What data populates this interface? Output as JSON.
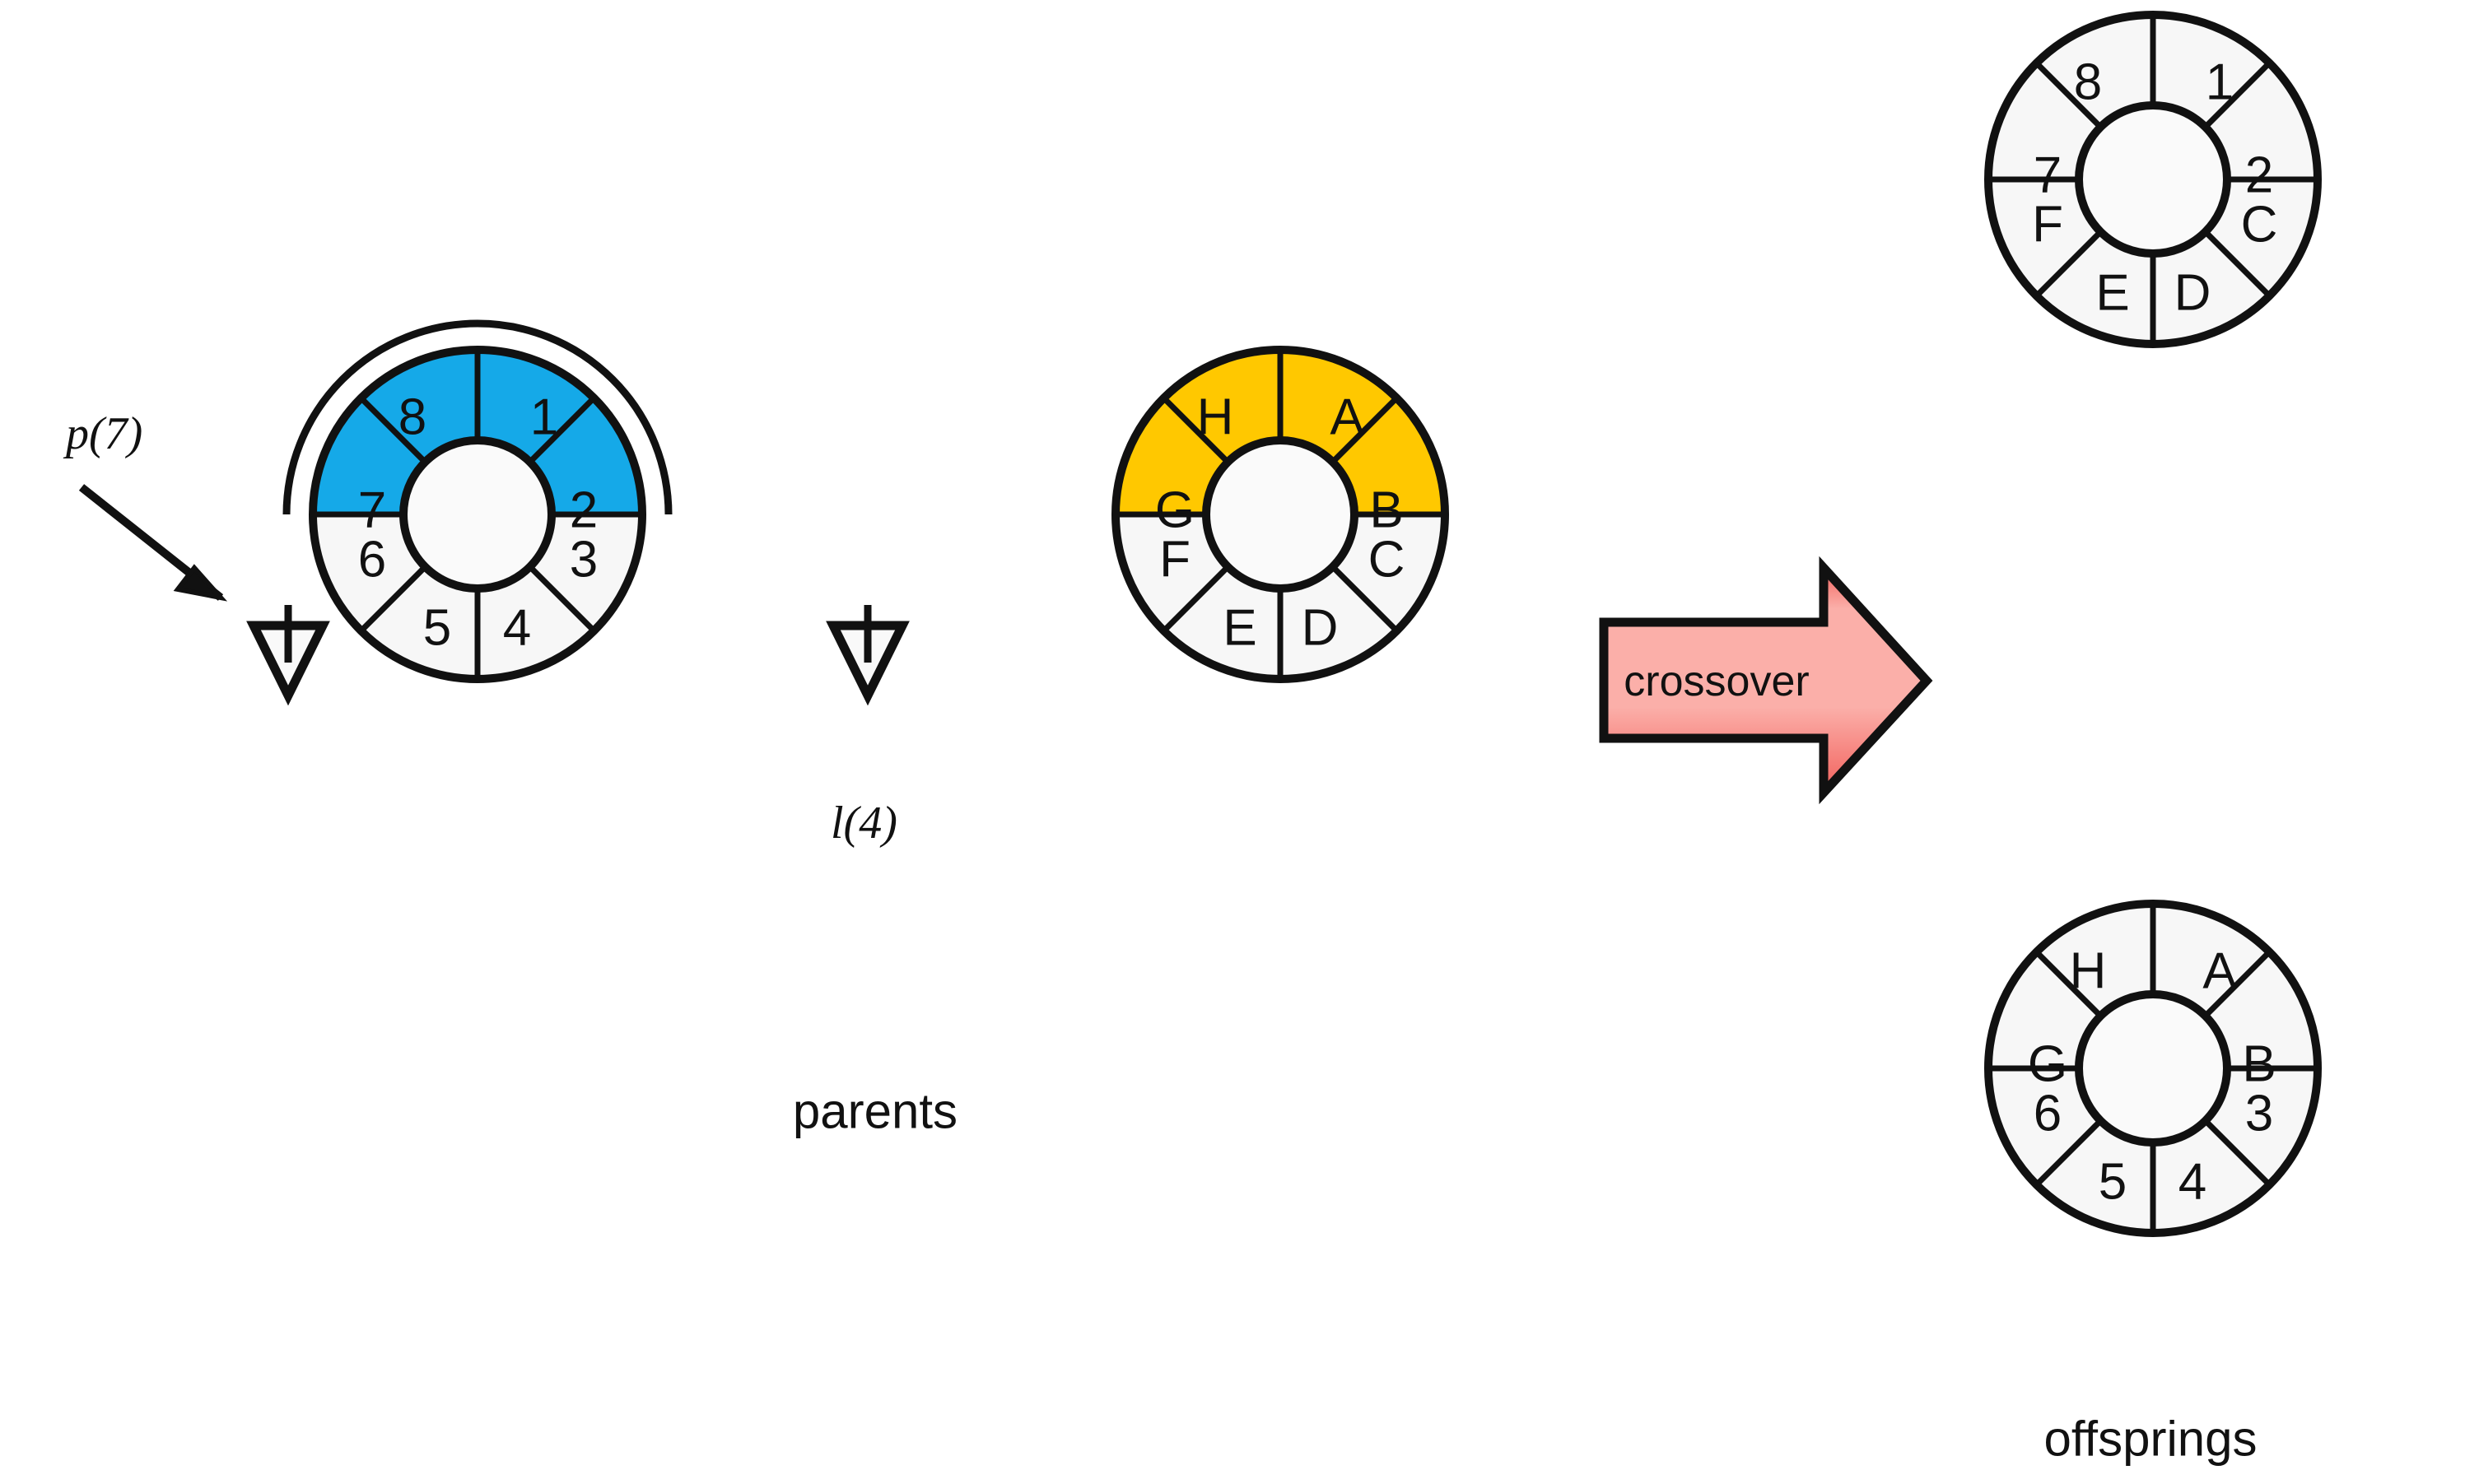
{
  "page": {
    "background_color": "#ffffff",
    "title": "Crossover operator on circular (wheel) chromosomes"
  },
  "colors": {
    "highlight_blue": "#15A9E8",
    "highlight_yellow": "#FFC800",
    "neutral_fill": "#F7F7F7",
    "stroke": "#111111",
    "arrow_fill_light": "#FBAFA9",
    "arrow_fill_dark": "#F2615C",
    "arrow_outline": "#111111"
  },
  "captions": {
    "parents": "parents",
    "offsprings": "offsprings"
  },
  "annotations": {
    "position_label": "p(7)",
    "length_label": "l(4)"
  },
  "crossover_arrow": {
    "label": "crossover",
    "icon": "right-arrow-icon"
  },
  "wheels": [
    {
      "id": "parent-1",
      "role": "parent",
      "highlight_color": "#15A9E8",
      "neutral_color": "#F7F7F7",
      "has_outer_arc": true,
      "arc_end_markers": "hollow-down-triangle",
      "segments": [
        {
          "label": "1",
          "highlighted": true
        },
        {
          "label": "2",
          "highlighted": true
        },
        {
          "label": "3",
          "highlighted": false
        },
        {
          "label": "4",
          "highlighted": false
        },
        {
          "label": "5",
          "highlighted": false
        },
        {
          "label": "6",
          "highlighted": false
        },
        {
          "label": "7",
          "highlighted": true
        },
        {
          "label": "8",
          "highlighted": true
        }
      ]
    },
    {
      "id": "parent-2",
      "role": "parent",
      "highlight_color": "#FFC800",
      "neutral_color": "#F7F7F7",
      "has_outer_arc": false,
      "segments": [
        {
          "label": "A",
          "highlighted": true
        },
        {
          "label": "B",
          "highlighted": true
        },
        {
          "label": "C",
          "highlighted": false
        },
        {
          "label": "D",
          "highlighted": false
        },
        {
          "label": "E",
          "highlighted": false
        },
        {
          "label": "F",
          "highlighted": false
        },
        {
          "label": "G",
          "highlighted": true
        },
        {
          "label": "H",
          "highlighted": true
        }
      ]
    },
    {
      "id": "offspring-1",
      "role": "offspring",
      "highlight_color": "#F7F7F7",
      "neutral_color": "#F7F7F7",
      "has_outer_arc": false,
      "segments": [
        {
          "label": "1",
          "highlighted": false
        },
        {
          "label": "2",
          "highlighted": false
        },
        {
          "label": "C",
          "highlighted": false
        },
        {
          "label": "D",
          "highlighted": false
        },
        {
          "label": "E",
          "highlighted": false
        },
        {
          "label": "F",
          "highlighted": false
        },
        {
          "label": "7",
          "highlighted": false
        },
        {
          "label": "8",
          "highlighted": false
        }
      ]
    },
    {
      "id": "offspring-2",
      "role": "offspring",
      "highlight_color": "#F7F7F7",
      "neutral_color": "#F7F7F7",
      "has_outer_arc": false,
      "segments": [
        {
          "label": "A",
          "highlighted": false
        },
        {
          "label": "B",
          "highlighted": false
        },
        {
          "label": "3",
          "highlighted": false
        },
        {
          "label": "4",
          "highlighted": false
        },
        {
          "label": "5",
          "highlighted": false
        },
        {
          "label": "6",
          "highlighted": false
        },
        {
          "label": "G",
          "highlighted": false
        },
        {
          "label": "H",
          "highlighted": false
        }
      ]
    }
  ]
}
